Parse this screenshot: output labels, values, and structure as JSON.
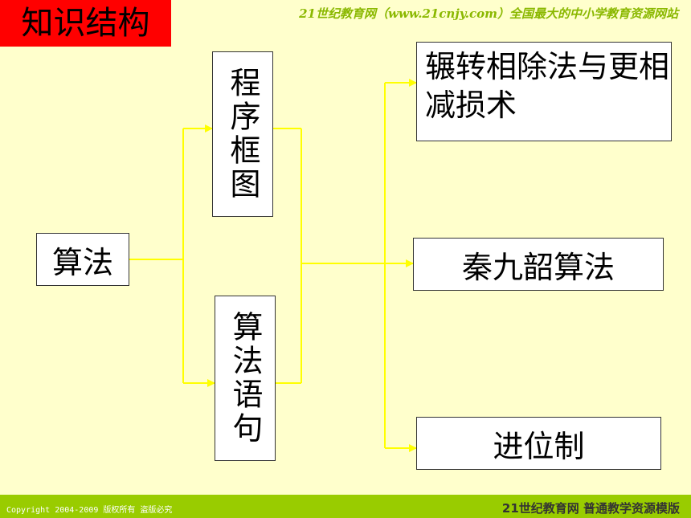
{
  "header": {
    "title": "知识结构",
    "banner": "21世纪教育网（www.21cnjy.com）全国最大的中小学教育资源网站"
  },
  "diagram": {
    "root": "算法",
    "flowchart": "程序框图",
    "statements": "算法语句",
    "euclid": "辗转相除法与更相减损术",
    "qin": "秦九韶算法",
    "base": "进位制"
  },
  "footer": {
    "copyright": "Copyright 2004-2009 版权所有 盗版必究",
    "brand": "21世纪教育网    普通教学资源模版"
  },
  "colors": {
    "background": "#FFFFCC",
    "title_bg": "#FF0000",
    "connector": "#FFFF00",
    "footer": "#99CC00"
  }
}
